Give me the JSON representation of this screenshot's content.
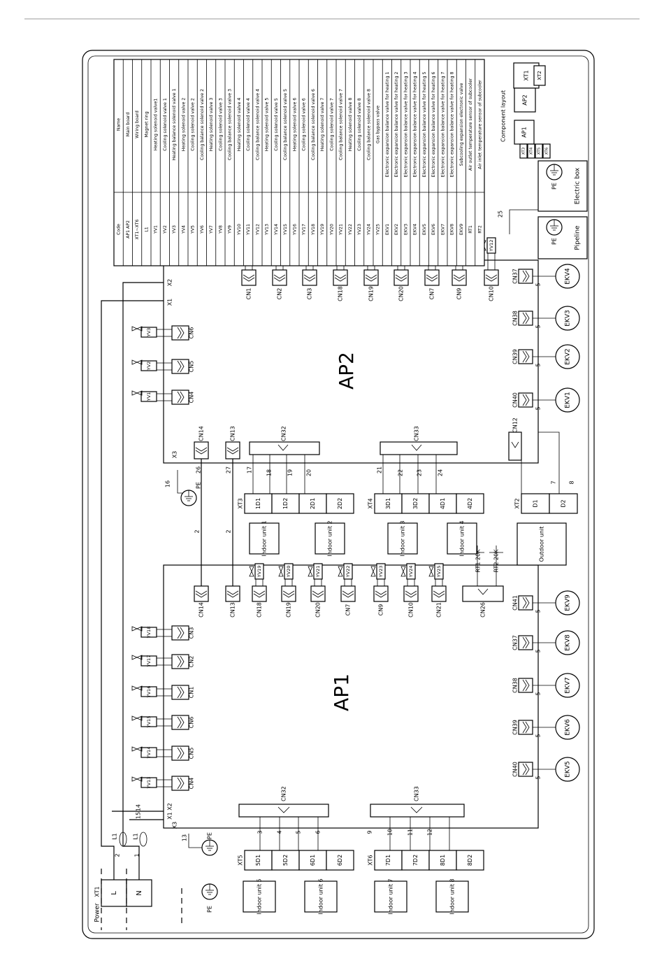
{
  "boards": {
    "ap2": "AP2",
    "ap1": "AP1"
  },
  "ap2_top_cn": [
    "CN1",
    "CN2",
    "CN3",
    "CN18",
    "CN19",
    "CN20",
    "CN7",
    "CN9",
    "CN10"
  ],
  "ap2_top_valves": [
    "YV4",
    "YV5",
    "YV6",
    "YV7",
    "YV8",
    "YV9",
    "YV10",
    "YV11",
    "YV12"
  ],
  "ap2_left_cn": [
    "CN6",
    "CN5",
    "CN4"
  ],
  "ap2_left_valves": [
    "YV3",
    "YV2",
    "YV1"
  ],
  "ap2_bottom_cn": [
    "CN14",
    "CN13",
    "CN32",
    "CN33",
    "CN12"
  ],
  "ap2_bottom_ekv_cn": [
    "CN37",
    "CN38",
    "CN39",
    "CN40"
  ],
  "ap2_ekv": [
    "EKV4",
    "EKV3",
    "EKV2",
    "EKV1"
  ],
  "ap1_top_cn": [
    "CN14",
    "CN13",
    "CN18",
    "CN19",
    "CN20",
    "CN7",
    "CN9",
    "CN10",
    "CN21",
    "CN26"
  ],
  "ap1_top_valves": [
    "YV19",
    "YV20",
    "YV21",
    "YV22",
    "YV23",
    "YV24",
    "YV25"
  ],
  "ap1_left_cn": [
    "CN3",
    "CN2",
    "CN1",
    "CN6",
    "CN5",
    "CN4"
  ],
  "ap1_left_valves": [
    "YV18",
    "YV17",
    "YV16",
    "YV15",
    "YV14",
    "YV13"
  ],
  "ap1_bottom_cn": [
    "CN32",
    "CN33"
  ],
  "ap1_ekv_cn": [
    "CN41",
    "CN37",
    "CN38",
    "CN39",
    "CN40"
  ],
  "ap1_ekv": [
    "EKV9",
    "EKV8",
    "EKV7",
    "EKV6",
    "EKV5"
  ],
  "sensors": [
    "RT1 20K",
    "RT2 20K"
  ],
  "terminals": {
    "xt3": {
      "label": "XT3",
      "cells": [
        "1D1",
        "1D2",
        "2D1",
        "2D2"
      ]
    },
    "xt4": {
      "label": "XT4",
      "cells": [
        "3D1",
        "3D2",
        "4D1",
        "4D2"
      ]
    },
    "xt2": {
      "label": "XT2",
      "cells": [
        "D1",
        "D2"
      ]
    },
    "xt5": {
      "label": "XT5",
      "cells": [
        "5D1",
        "5D2",
        "6D1",
        "6D2"
      ]
    },
    "xt6": {
      "label": "XT6",
      "cells": [
        "7D1",
        "7D2",
        "8D1",
        "8D2"
      ]
    },
    "xt1": {
      "label": "XT1",
      "cells": [
        "L",
        "N"
      ]
    }
  },
  "indoor_units_upper": [
    "Indoor unit 1",
    "Indoor unit 2",
    "Indoor unit 3",
    "Indoor unit 4"
  ],
  "indoor_units_lower": [
    "Indoor unit 5",
    "Indoor unit 6",
    "Indoor unit 7",
    "Indoor unit 8"
  ],
  "outdoor_unit": "Outdoor unit",
  "wire_numbers": [
    "1",
    "2",
    "3",
    "4",
    "5",
    "6",
    "7",
    "8",
    "9",
    "10",
    "11",
    "12",
    "13",
    "14",
    "15",
    "16",
    "17",
    "18",
    "19",
    "20",
    "21",
    "22",
    "23",
    "24",
    "25",
    "26",
    "27"
  ],
  "misc_labels": {
    "power": "Power",
    "pe": "PE",
    "l1": "L1",
    "x1": "X1",
    "x2": "X2",
    "x3": "X3",
    "two": "2",
    "five": "5"
  },
  "pipeline_box": "Pipeline",
  "electric_box": "Electric box",
  "component_layout": {
    "title": "Component layout",
    "items": [
      "XT1",
      "XT2",
      "AP2",
      "AP1",
      "XT3",
      "XT4",
      "XT5",
      "XT6"
    ]
  },
  "legend": {
    "header": [
      "Code",
      "Name"
    ],
    "rows": [
      [
        "AP1 AP2",
        "Main board"
      ],
      [
        "XT1~XT6",
        "Wiring board"
      ],
      [
        "L1",
        "Magnet ring"
      ],
      [
        "YV1",
        "Heating solenoid valve1"
      ],
      [
        "YV2",
        "Cooling solenoid valve 1"
      ],
      [
        "YV3",
        "Heating balance solenoid valve 1"
      ],
      [
        "YV4",
        "Heating solenoid valve 2"
      ],
      [
        "YV5",
        "Cooling solenoid valve 2"
      ],
      [
        "YV6",
        "Cooling balance solenoid valve 2"
      ],
      [
        "YV7",
        "Heating solenoid valve 3"
      ],
      [
        "YV8",
        "Cooling solenoid valve 3"
      ],
      [
        "YV9",
        "Cooling balance solenoid valve 3"
      ],
      [
        "YV10",
        "Heating solenoid valve 4"
      ],
      [
        "YV11",
        "Cooling solenoid valve 4"
      ],
      [
        "YV12",
        "Cooling balance solenoid valve 4"
      ],
      [
        "YV13",
        "Heating solenoid valve 5"
      ],
      [
        "YV14",
        "Cooling solenoid valve 5"
      ],
      [
        "YV15",
        "Cooling balance solenoid valve 5"
      ],
      [
        "YV16",
        "Heating solenoid valve 6"
      ],
      [
        "YV17",
        "Cooling solenoid valve 6"
      ],
      [
        "YV18",
        "Cooling balance solenoid valve 6"
      ],
      [
        "YV19",
        "Heating solenoid valve 7"
      ],
      [
        "YV20",
        "Cooling solenoid valve 7"
      ],
      [
        "YV21",
        "Cooling balance solenoid valve 7"
      ],
      [
        "YV22",
        "Heating solenoid valve 8"
      ],
      [
        "YV23",
        "Cooling solenoid valve 8"
      ],
      [
        "YV24",
        "Cooling balance solenoid valve 8"
      ],
      [
        "YV25",
        "Gas bypass valve"
      ],
      [
        "EKV1",
        "Electronic expansion balance valve for heating 1"
      ],
      [
        "EKV2",
        "Electronic expansion balance valve for heating 2"
      ],
      [
        "EKV3",
        "Electronic expansion balance valve for heating 3"
      ],
      [
        "EKV4",
        "Electronic expansion balance valve for heating 4"
      ],
      [
        "EKV5",
        "Electronic expansion balance valve for heating 5"
      ],
      [
        "EKV6",
        "Electronic expansion balance valve for heating 6"
      ],
      [
        "EKV7",
        "Electronic expansion balance valve for heating 7"
      ],
      [
        "EKV8",
        "Electronic expansion balance valve for heating 8"
      ],
      [
        "EKV9",
        "Subcooling expansion electronic valve"
      ],
      [
        "RT1",
        "Air outlet temperature sensor of subcooler"
      ],
      [
        "RT2",
        "Air inlet temperature sensor of subcooler"
      ]
    ]
  }
}
